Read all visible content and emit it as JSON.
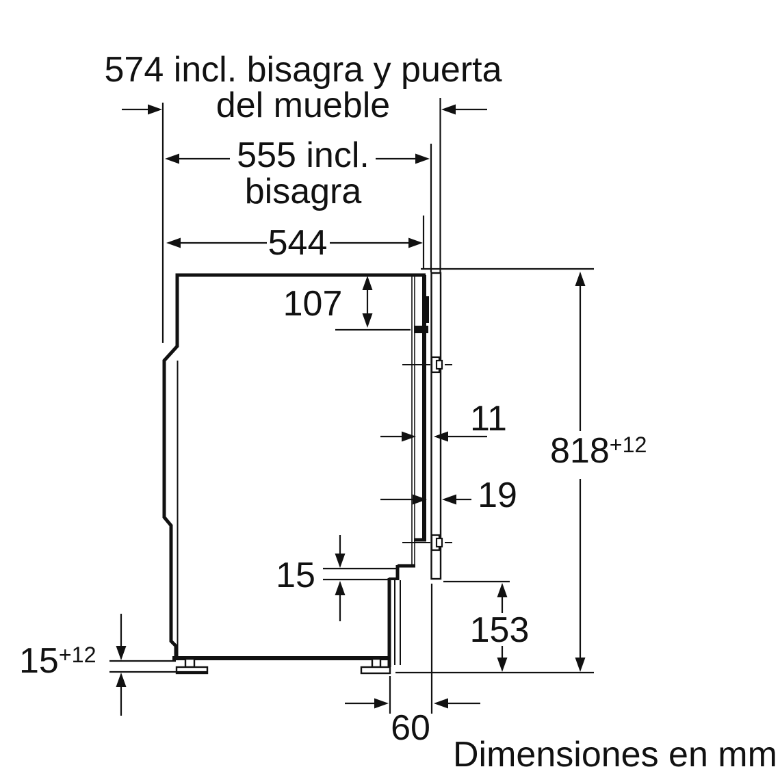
{
  "title": "Installation dimension drawing (built-in appliance, side view)",
  "colors": {
    "background": "#ffffff",
    "line": "#111111",
    "text": "#111111"
  },
  "footer": {
    "units_note": "Dimensiones en mm"
  },
  "dimensions": {
    "depth_incl_hinge_and_furniture_door": {
      "line1": "574 incl. bisagra y puerta",
      "line2": "del mueble"
    },
    "depth_incl_hinge": {
      "line1": "555 incl.",
      "line2": "bisagra"
    },
    "body_depth": "544",
    "top_edge_offset": "107",
    "front_gap": "11",
    "furniture_door_thickness": "19",
    "niche_height_value": "818",
    "niche_height_tolerance": "+12",
    "plinth_step": "15",
    "plinth_height": "153",
    "feet_adjust_value": "15",
    "feet_adjust_tolerance": "+12",
    "plinth_recess": "60"
  }
}
